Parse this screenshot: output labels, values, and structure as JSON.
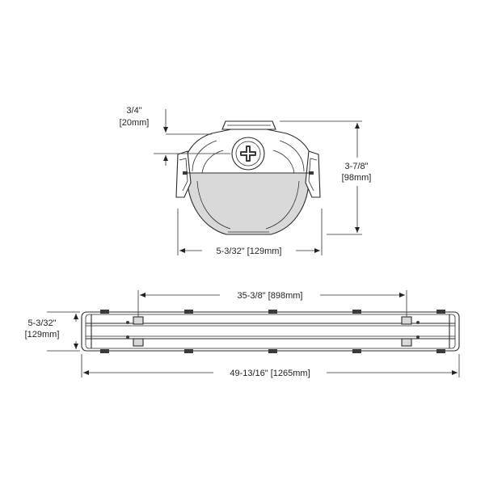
{
  "end_view": {
    "cap_height": {
      "imperial": "3/4\"",
      "metric": "[20mm]"
    },
    "height": {
      "imperial": "3-7/8\"",
      "metric": "[98mm]"
    },
    "width": {
      "label": "5-3/32\" [129mm]"
    }
  },
  "top_view": {
    "mount_spacing": {
      "label": "35-3/8\" [898mm]"
    },
    "width": {
      "imperial": "5-3/32\"",
      "metric": "[129mm]"
    },
    "length": {
      "label": "49-13/16\" [1265mm]"
    }
  }
}
